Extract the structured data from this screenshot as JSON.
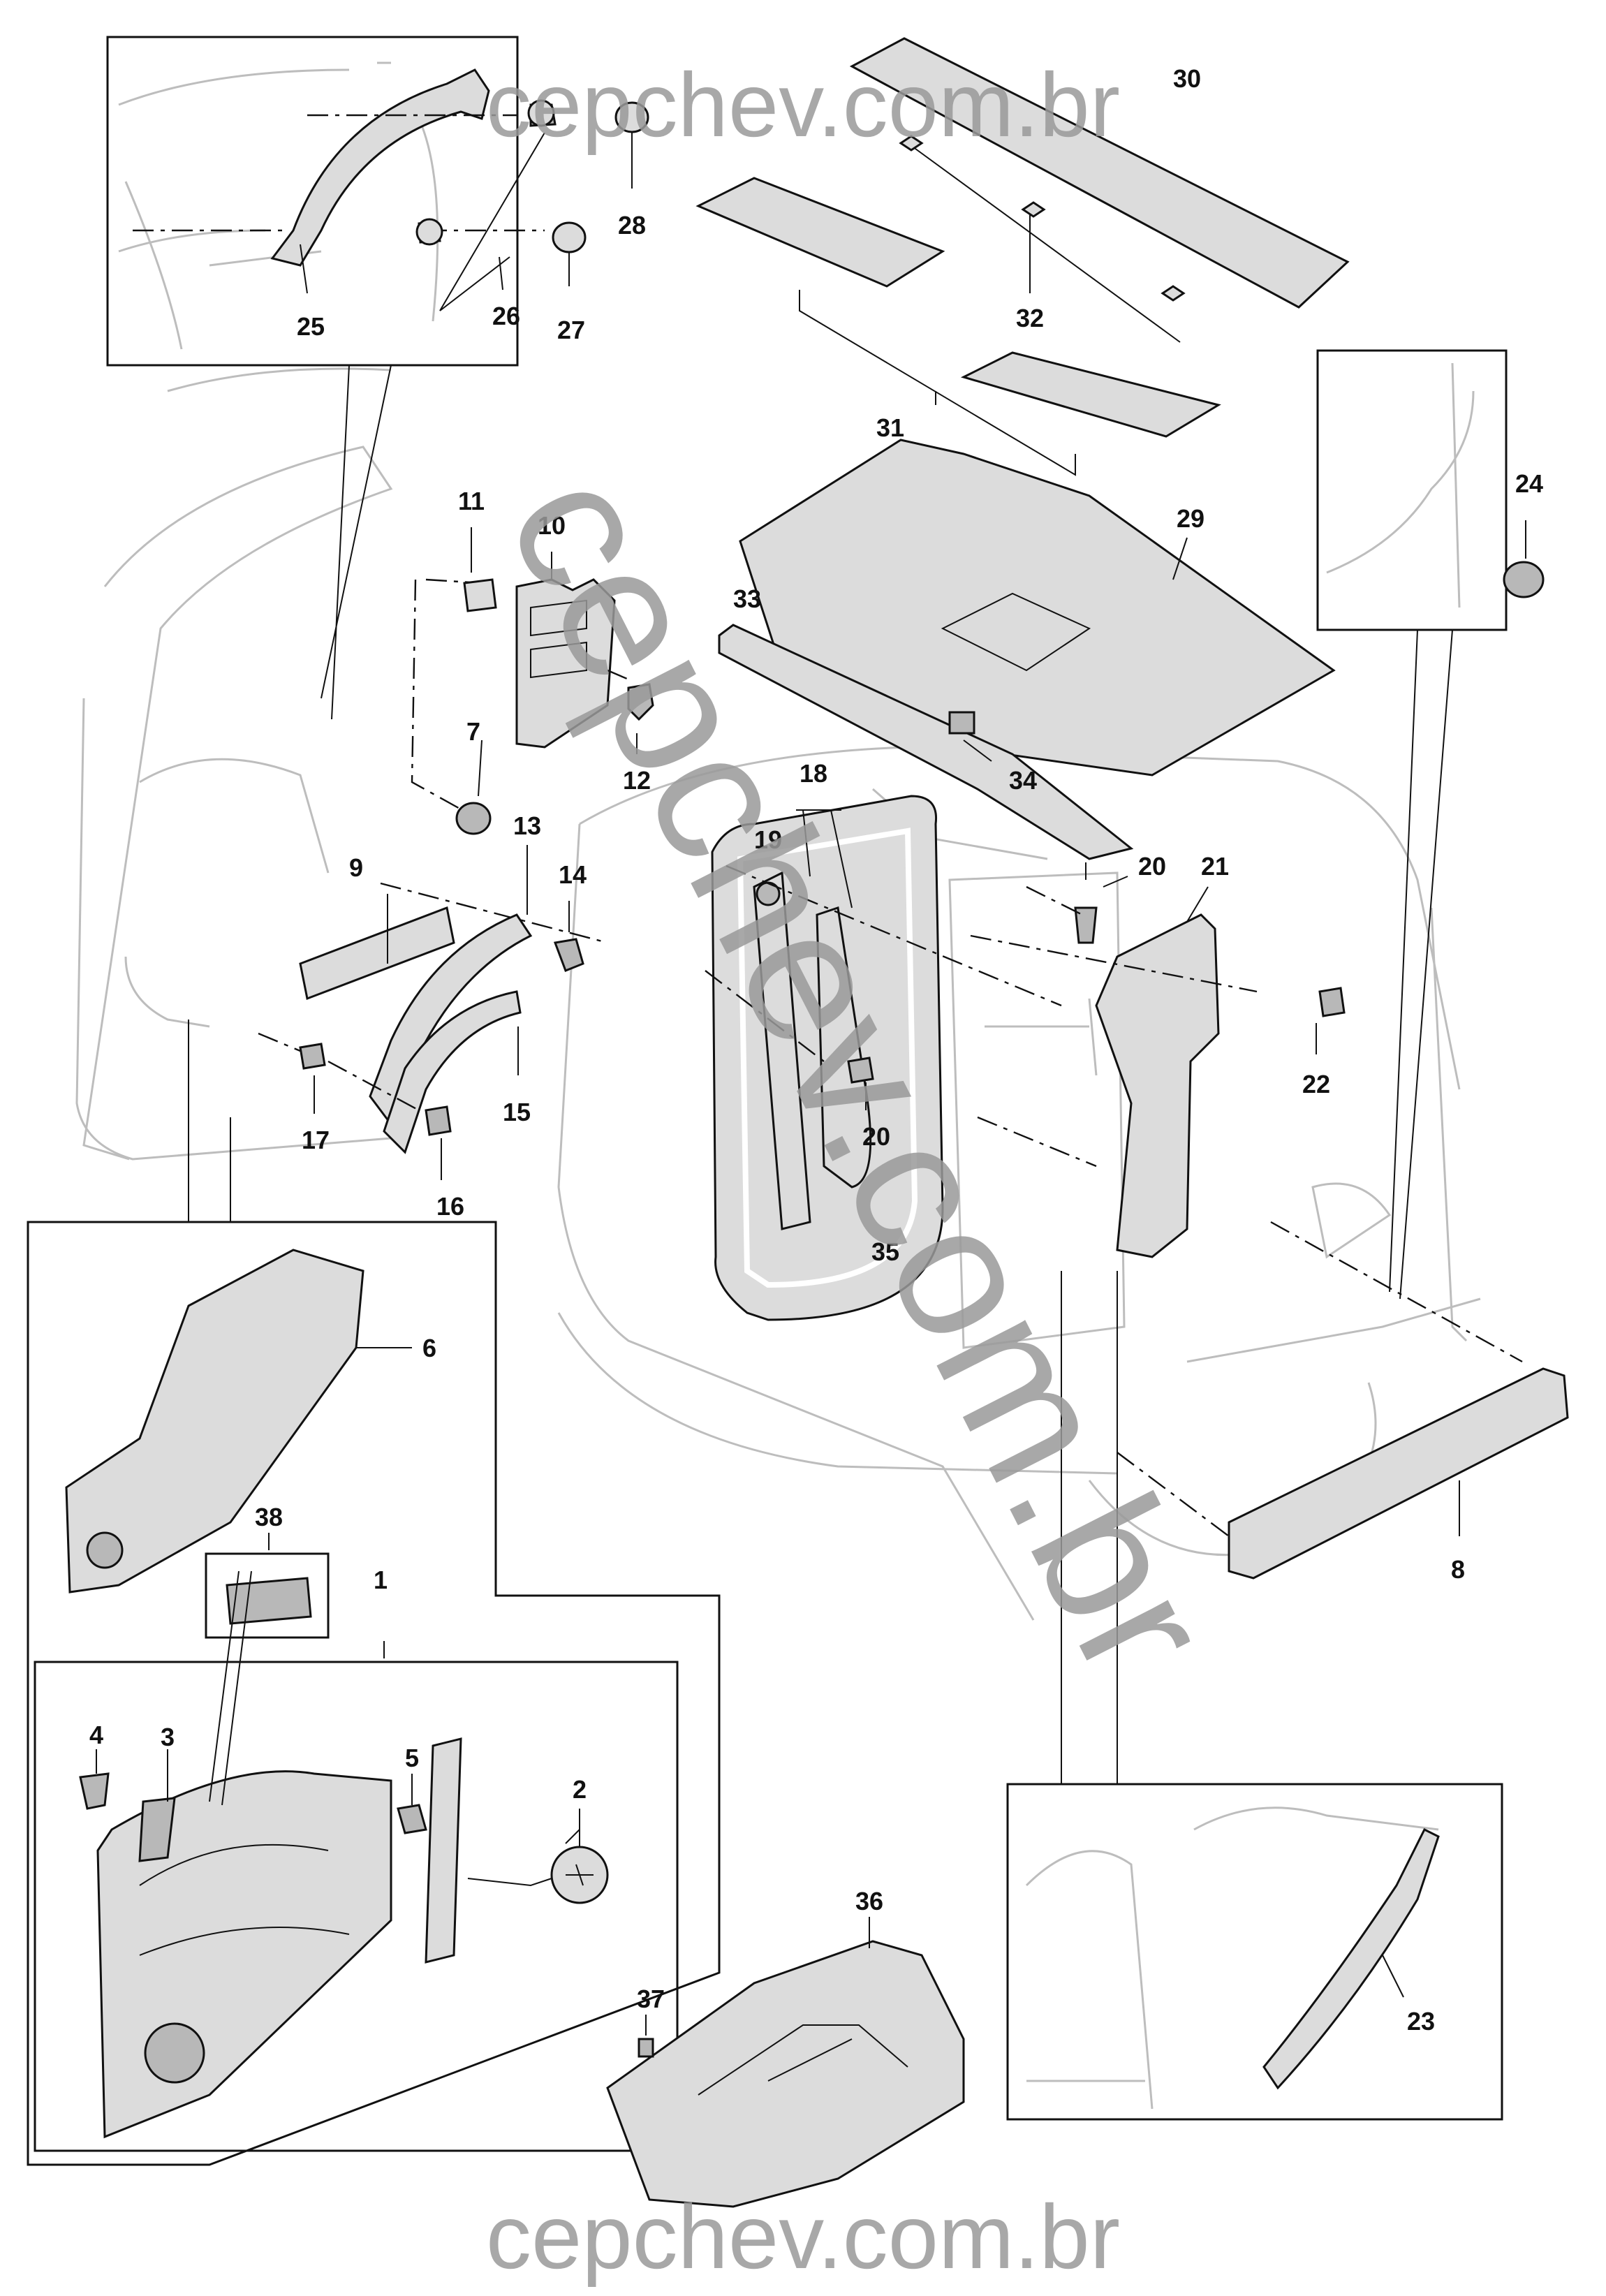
{
  "watermark": {
    "top": "cepchev.com.br",
    "bottom": "cepchev.com.br",
    "diagonal": "cepchev.com.br"
  },
  "callouts": {
    "n1": "1",
    "n2": "2",
    "n3": "3",
    "n4": "4",
    "n5": "5",
    "n6": "6",
    "n7": "7",
    "n8": "8",
    "n9": "9",
    "n10": "10",
    "n11": "11",
    "n12": "12",
    "n13": "13",
    "n14": "14",
    "n15": "15",
    "n16": "16",
    "n17": "17",
    "n18": "18",
    "n19": "19",
    "n20a": "20",
    "n20b": "20",
    "n21": "21",
    "n22": "22",
    "n23": "23",
    "n24": "24",
    "n25": "25",
    "n26": "26",
    "n27": "27",
    "n28": "28",
    "n29": "29",
    "n30": "30",
    "n31": "31",
    "n32": "32",
    "n33": "33",
    "n34": "34",
    "n35": "35",
    "n36": "36",
    "n37": "37",
    "n38": "38"
  }
}
